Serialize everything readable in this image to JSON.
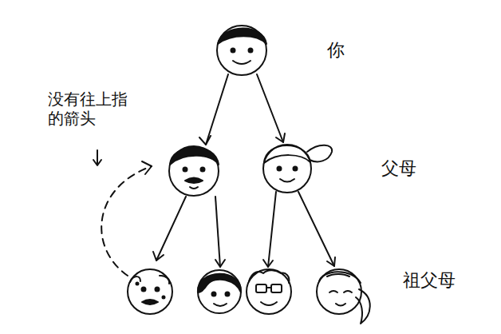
{
  "diagram": {
    "labels": [
      "你",
      "父母",
      "祖父母",
      "没有往上指的箭头"
    ]
  }
}
